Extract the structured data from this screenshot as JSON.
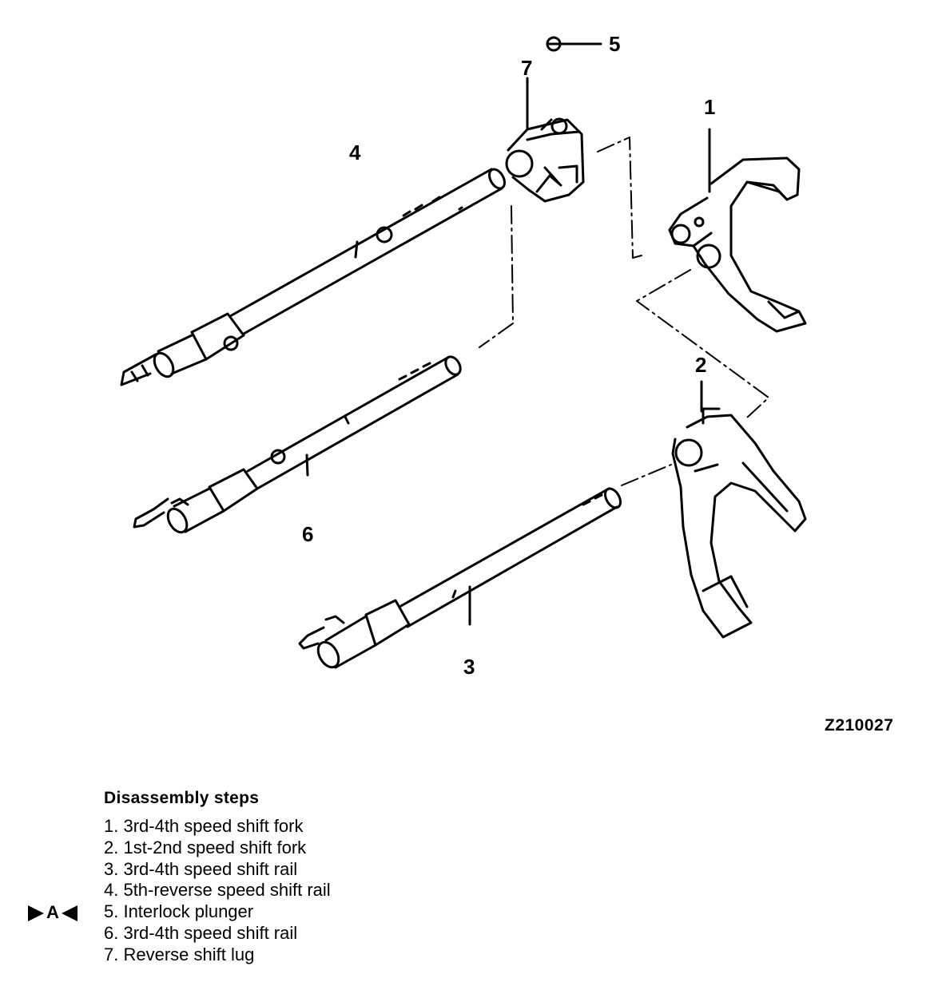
{
  "diagram": {
    "callouts": [
      {
        "id": "1",
        "label": "1"
      },
      {
        "id": "2",
        "label": "2"
      },
      {
        "id": "3",
        "label": "3"
      },
      {
        "id": "4",
        "label": "4"
      },
      {
        "id": "5",
        "label": "5"
      },
      {
        "id": "6",
        "label": "6"
      },
      {
        "id": "7",
        "label": "7"
      }
    ],
    "figure_code": "Z210027"
  },
  "steps": {
    "title": "Disassembly steps",
    "items": [
      {
        "text": "1. 3rd-4th speed shift fork"
      },
      {
        "text": "2. 1st-2nd speed shift fork"
      },
      {
        "text": "3. 3rd-4th speed shift rail"
      },
      {
        "text": "4. 5th-reverse speed shift rail"
      },
      {
        "text": "5. Interlock plunger",
        "marker": "A"
      },
      {
        "text": "6. 3rd-4th speed shift rail"
      },
      {
        "text": "7. Reverse shift lug"
      }
    ]
  }
}
